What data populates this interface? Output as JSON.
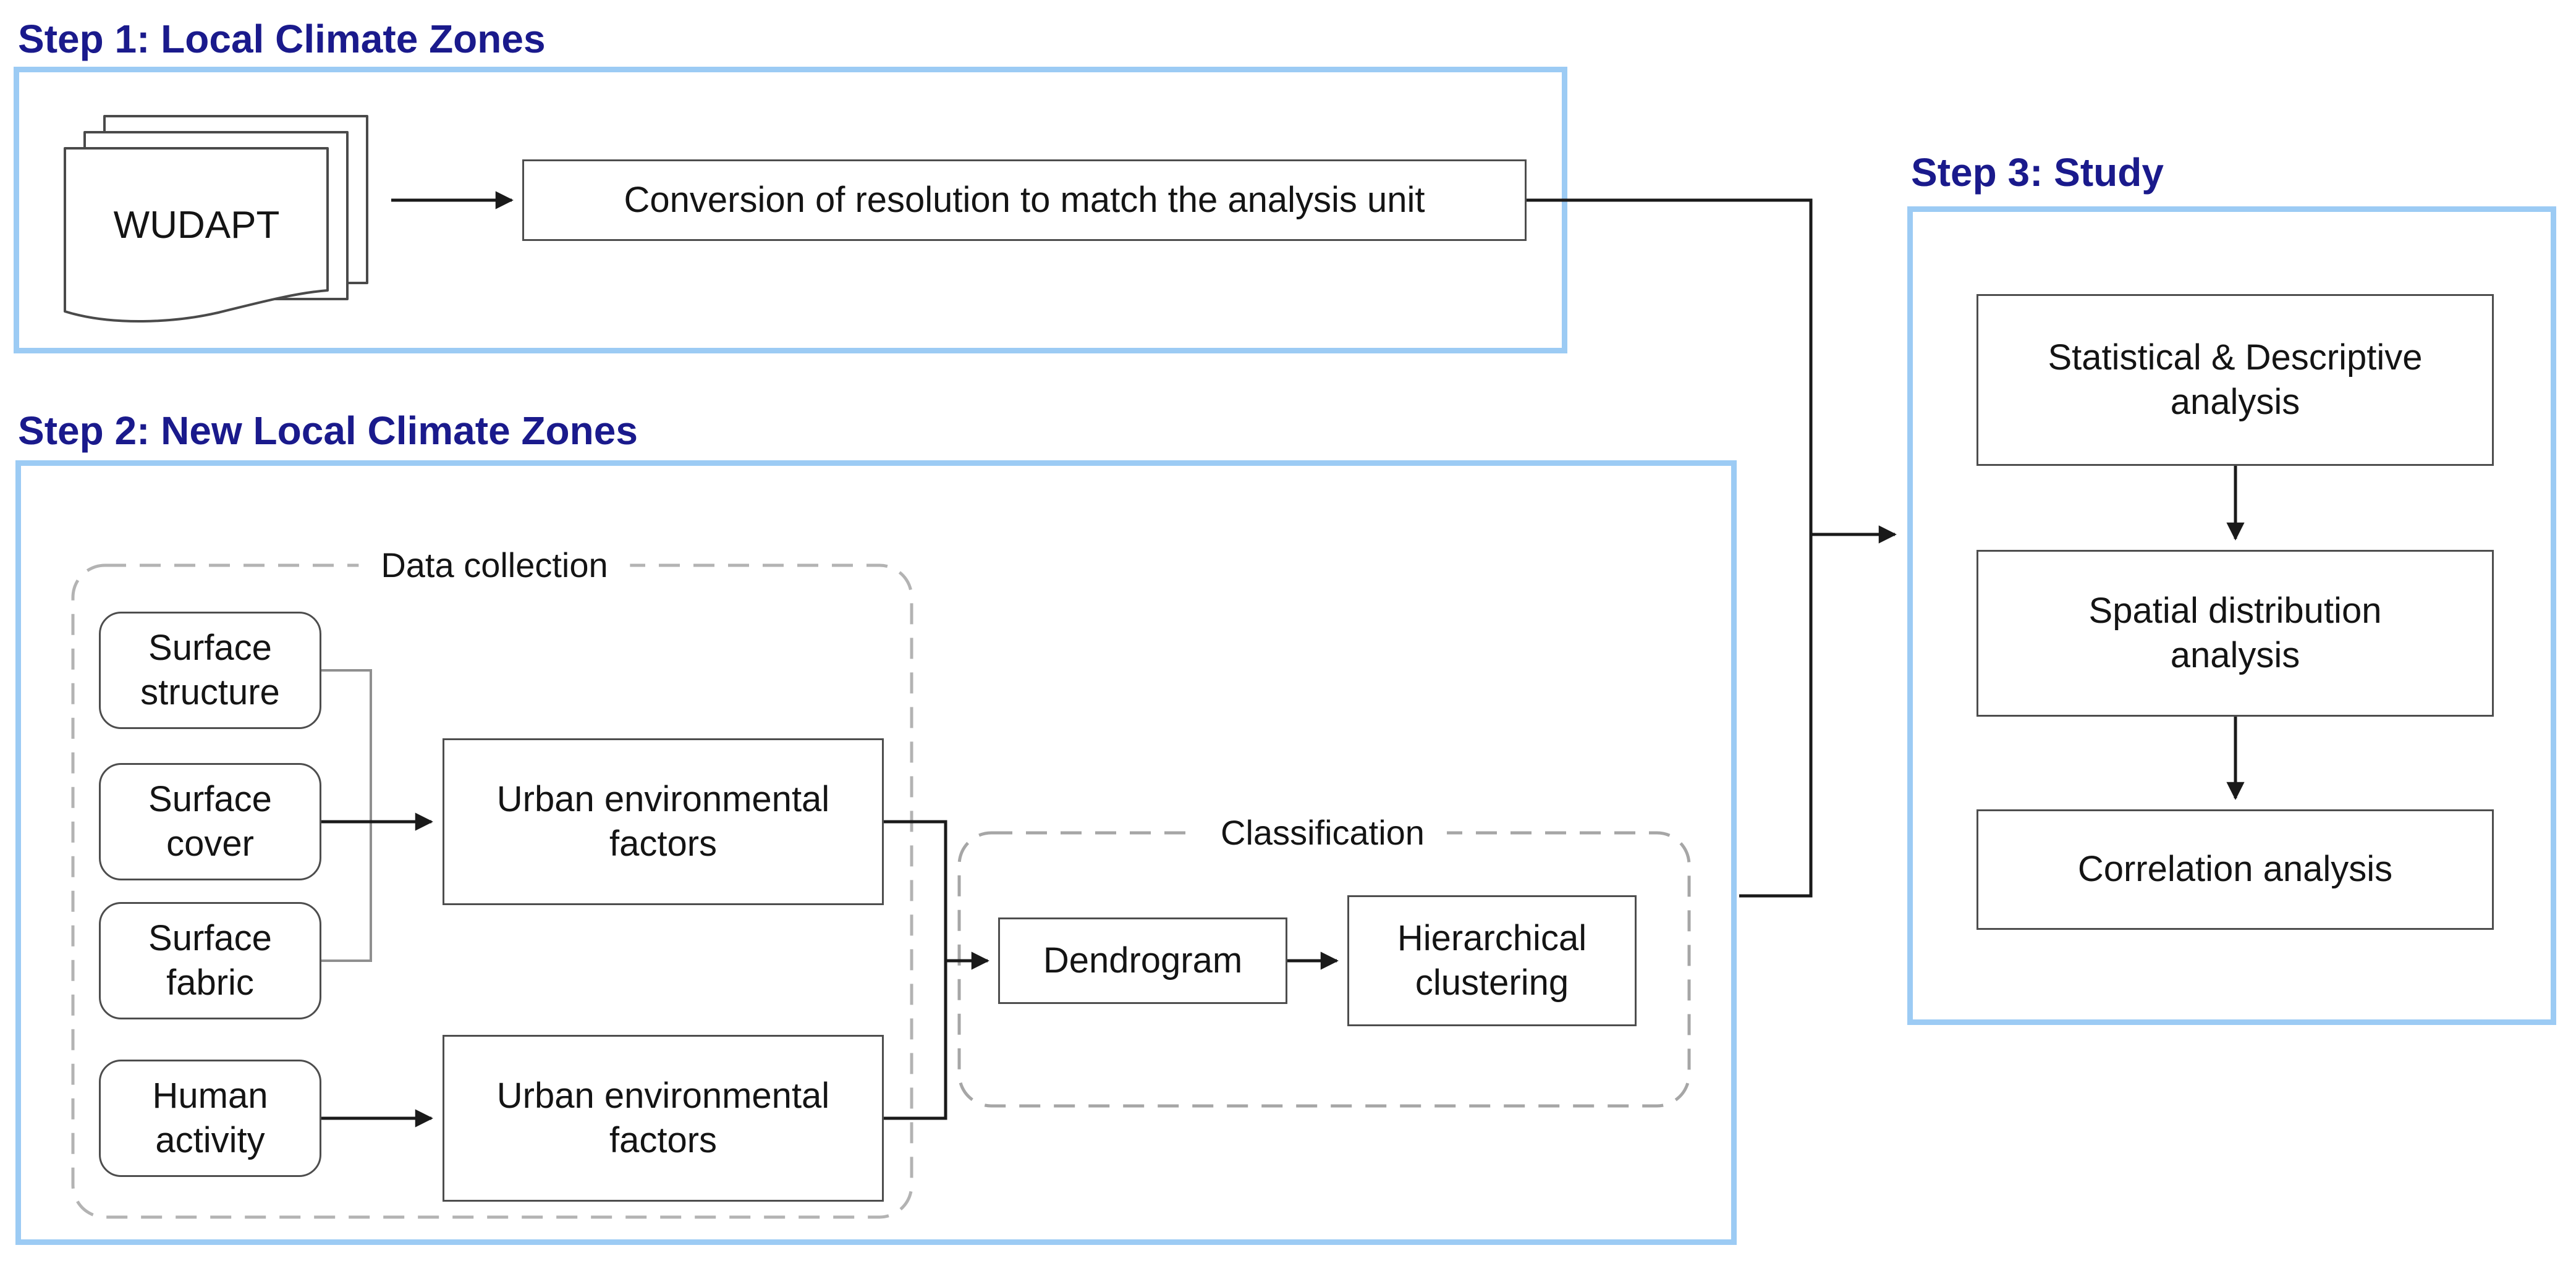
{
  "figure_type": "methodology-flowchart",
  "colors": {
    "accent": "#9CCBF4",
    "title": "#1A1A8C",
    "line": "#1A1A1A",
    "bracket": "#8F8F8F",
    "node_border": "#4D4D4D",
    "dash_light": "#B3B3B3",
    "dash_dark": "#A6A6A6",
    "text": "#141414"
  },
  "step1": {
    "title": "Step 1: Local Climate Zones",
    "document_icon": "stacked-pages-icon",
    "document_label": "WUDAPT",
    "process": "Conversion of resolution to match the analysis unit"
  },
  "step2": {
    "title": "Step 2: New Local Climate Zones",
    "data_collection": {
      "label": "Data collection",
      "surface_structure": "Surface\nstructure",
      "surface_cover": "Surface\ncover",
      "surface_fabric": "Surface\nfabric",
      "human_activity": "Human\nactivity",
      "urban_factors_1": "Urban environmental\nfactors",
      "urban_factors_2": "Urban environmental\nfactors"
    },
    "classification": {
      "label": "Classification",
      "dendrogram": "Dendrogram",
      "hierarchical_clustering": "Hierarchical\nclustering"
    }
  },
  "step3": {
    "title": "Step 3: Study",
    "statistical": "Statistical & Descriptive\nanalysis",
    "spatial": "Spatial distribution\nanalysis",
    "correlation": "Correlation analysis"
  }
}
